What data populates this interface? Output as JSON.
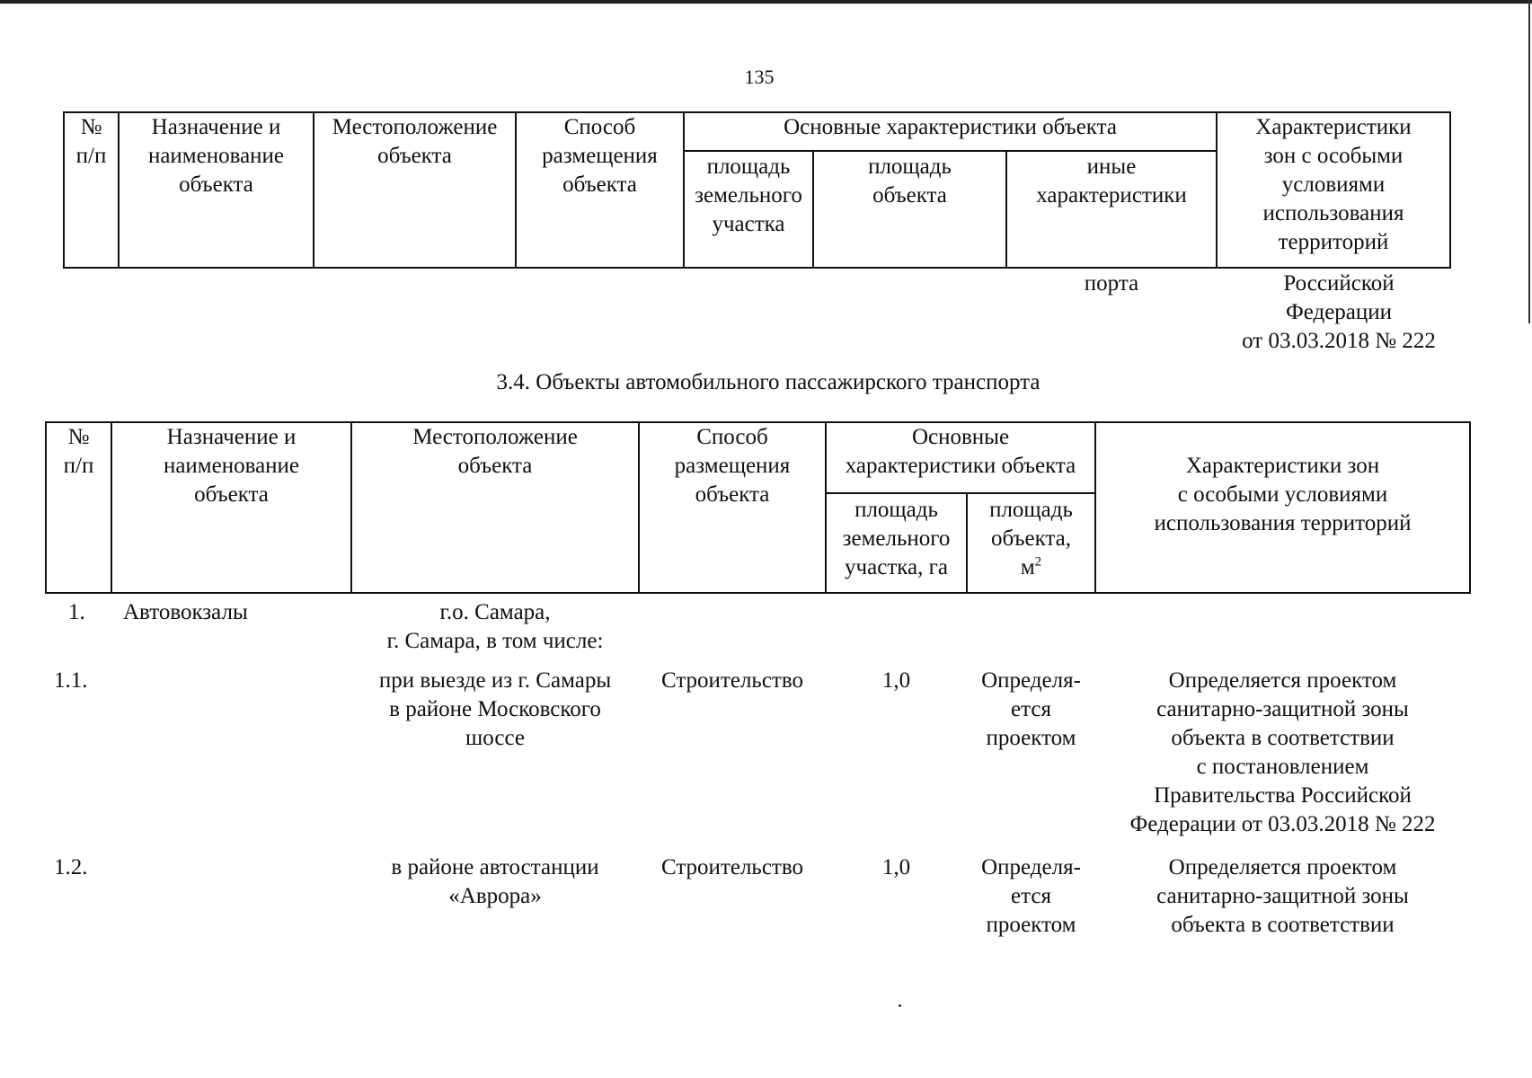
{
  "page_number": "135",
  "table_top": {
    "headers": {
      "num": "№\nп/п",
      "purpose": "Назначение и\nнаименование\nобъекта",
      "location": "Местоположение\nобъекта",
      "placement": "Способ\nразмещения\nобъекта",
      "main_chars": "Основные характеристики объекта",
      "land_area": "площадь\nземельного\nучастка",
      "object_area": "площадь\nобъекта",
      "other_chars": "иные\nхарактеристики",
      "zones": "Характеристики\nзон с особыми\nусловиями\nиспользования\nтерриторий"
    },
    "carryover": {
      "other": "порта",
      "zones": "Российской\nФедерации\nот 03.03.2018 № 222"
    }
  },
  "section_title": "3.4. Объекты автомобильного пассажирского транспорта",
  "table_main": {
    "headers": {
      "num": "№\nп/п",
      "purpose": "Назначение и\nнаименование\nобъекта",
      "location": "Местоположение\nобъекта",
      "placement": "Способ\nразмещения\nобъекта",
      "main_chars": "Основные\nхарактеристики объекта",
      "land_area": "площадь\nземельного\nучастка, га",
      "object_area_prefix": "площадь\nобъекта,\nм",
      "object_area_sup": "2",
      "zones": "Характеристики зон\nс особыми условиями\nиспользования территорий"
    },
    "rows": [
      {
        "num": "1.",
        "purpose": "Автовокзалы",
        "location": "г.о. Самара,\nг. Самара, в том числе:",
        "placement": "",
        "land_area": "",
        "object_area": "",
        "zones": ""
      },
      {
        "num": "1.1.",
        "purpose": "",
        "location": "при выезде из г. Самары\nв районе Московского\nшоссе",
        "placement": "Строительство",
        "land_area": "1,0",
        "object_area": "Определя-\nется\nпроектом",
        "zones": "Определяется проектом\nсанитарно-защитной зоны\nобъекта в соответствии\nс постановлением\nПравительства Российской\nФедерации от 03.03.2018 № 222"
      },
      {
        "num": "1.2.",
        "purpose": "",
        "location": "в районе автостанции\n«Аврора»",
        "placement": "Строительство",
        "land_area": "1,0",
        "object_area": "Определя-\nется\nпроектом",
        "zones": "Определяется проектом\nсанитарно-защитной зоны\nобъекта в соответствии"
      }
    ]
  }
}
